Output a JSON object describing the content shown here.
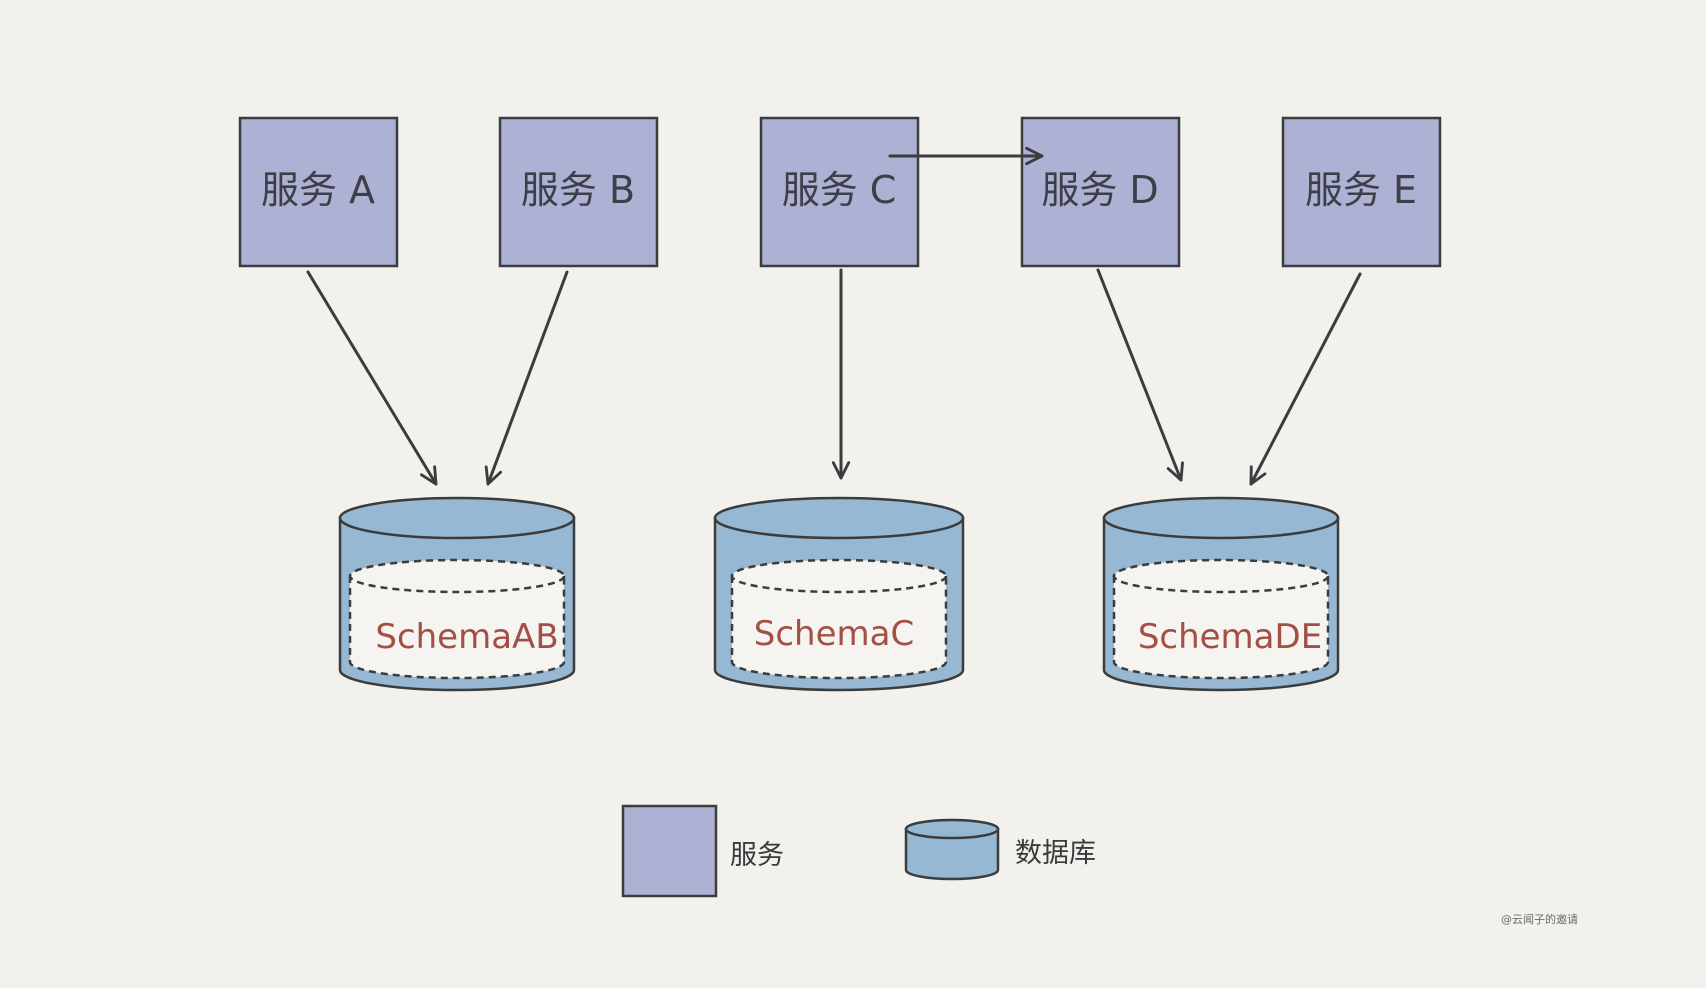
{
  "services": [
    {
      "id": "A",
      "label": "服务 A"
    },
    {
      "id": "B",
      "label": "服务 B"
    },
    {
      "id": "C",
      "label": "服务 C"
    },
    {
      "id": "D",
      "label": "服务 D"
    },
    {
      "id": "E",
      "label": "服务 E"
    }
  ],
  "databases": [
    {
      "id": "AB",
      "label": "SchemaAB"
    },
    {
      "id": "C",
      "label": "SchemaC"
    },
    {
      "id": "DE",
      "label": "SchemaDE"
    }
  ],
  "edges": [
    {
      "from": "服务 A",
      "to": "SchemaAB"
    },
    {
      "from": "服务 B",
      "to": "SchemaAB"
    },
    {
      "from": "服务 C",
      "to": "SchemaC"
    },
    {
      "from": "服务 C",
      "to": "服务 D"
    },
    {
      "from": "服务 D",
      "to": "SchemaDE"
    },
    {
      "from": "服务 E",
      "to": "SchemaDE"
    }
  ],
  "legend": {
    "service_label": "服务",
    "database_label": "数据库"
  },
  "credit": "@云闻子的邀请",
  "colors": {
    "service_fill": "#adb1d3",
    "database_fill": "#96b8d2",
    "schema_inner_fill": "#f5f4f1",
    "schema_text": "#a24f44",
    "stroke": "#3c3c3c",
    "background": "#f2f1ee"
  }
}
